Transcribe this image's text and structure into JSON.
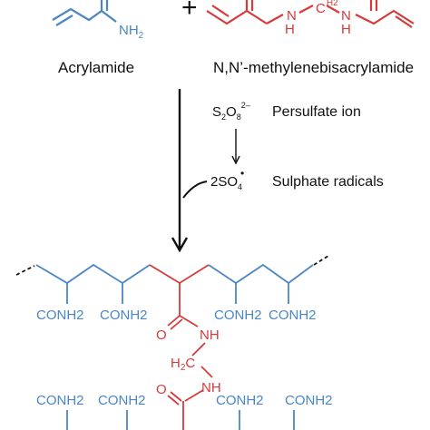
{
  "reagents": {
    "acrylamide": {
      "name": "Acrylamide",
      "group": "NH",
      "group_sub": "2"
    },
    "bis": {
      "name": "N,N’-methylenebisacrylamide",
      "n_left": "N",
      "n_right": "N",
      "h_left": "H",
      "h_right": "H",
      "c_label": "C",
      "c_sup": "H2"
    },
    "plus": "+"
  },
  "initiation": {
    "persulfate_formula": {
      "s": "S",
      "s_sub": "2",
      "o": "O",
      "o_sub": "8",
      "charge": "2–"
    },
    "persulfate_label": "Persulfate ion",
    "radical_formula": {
      "coef": "2SO",
      "sub": "4",
      "dot": "•"
    },
    "radical_label": "Sulphate radicals"
  },
  "polymer": {
    "top_groups": [
      "CONH2",
      "CONH2",
      "CONH2",
      "CONH2"
    ],
    "top_group_text": "CONH",
    "top_group_sub": "2",
    "crosslink_nh_top": "NH",
    "crosslink_ch2": "H",
    "crosslink_ch2_sub": "2",
    "crosslink_c": "C",
    "crosslink_nh_bottom": "NH",
    "carbonyl_o_top": "O",
    "carbonyl_o_bottom": "O",
    "bottom_groups": [
      "CONH2",
      "CONH2",
      "CONH2",
      "CONH2"
    ]
  },
  "colors": {
    "acrylamide": "#4a86c5",
    "crosslinker": "#d63a3a",
    "text": "#111111"
  }
}
